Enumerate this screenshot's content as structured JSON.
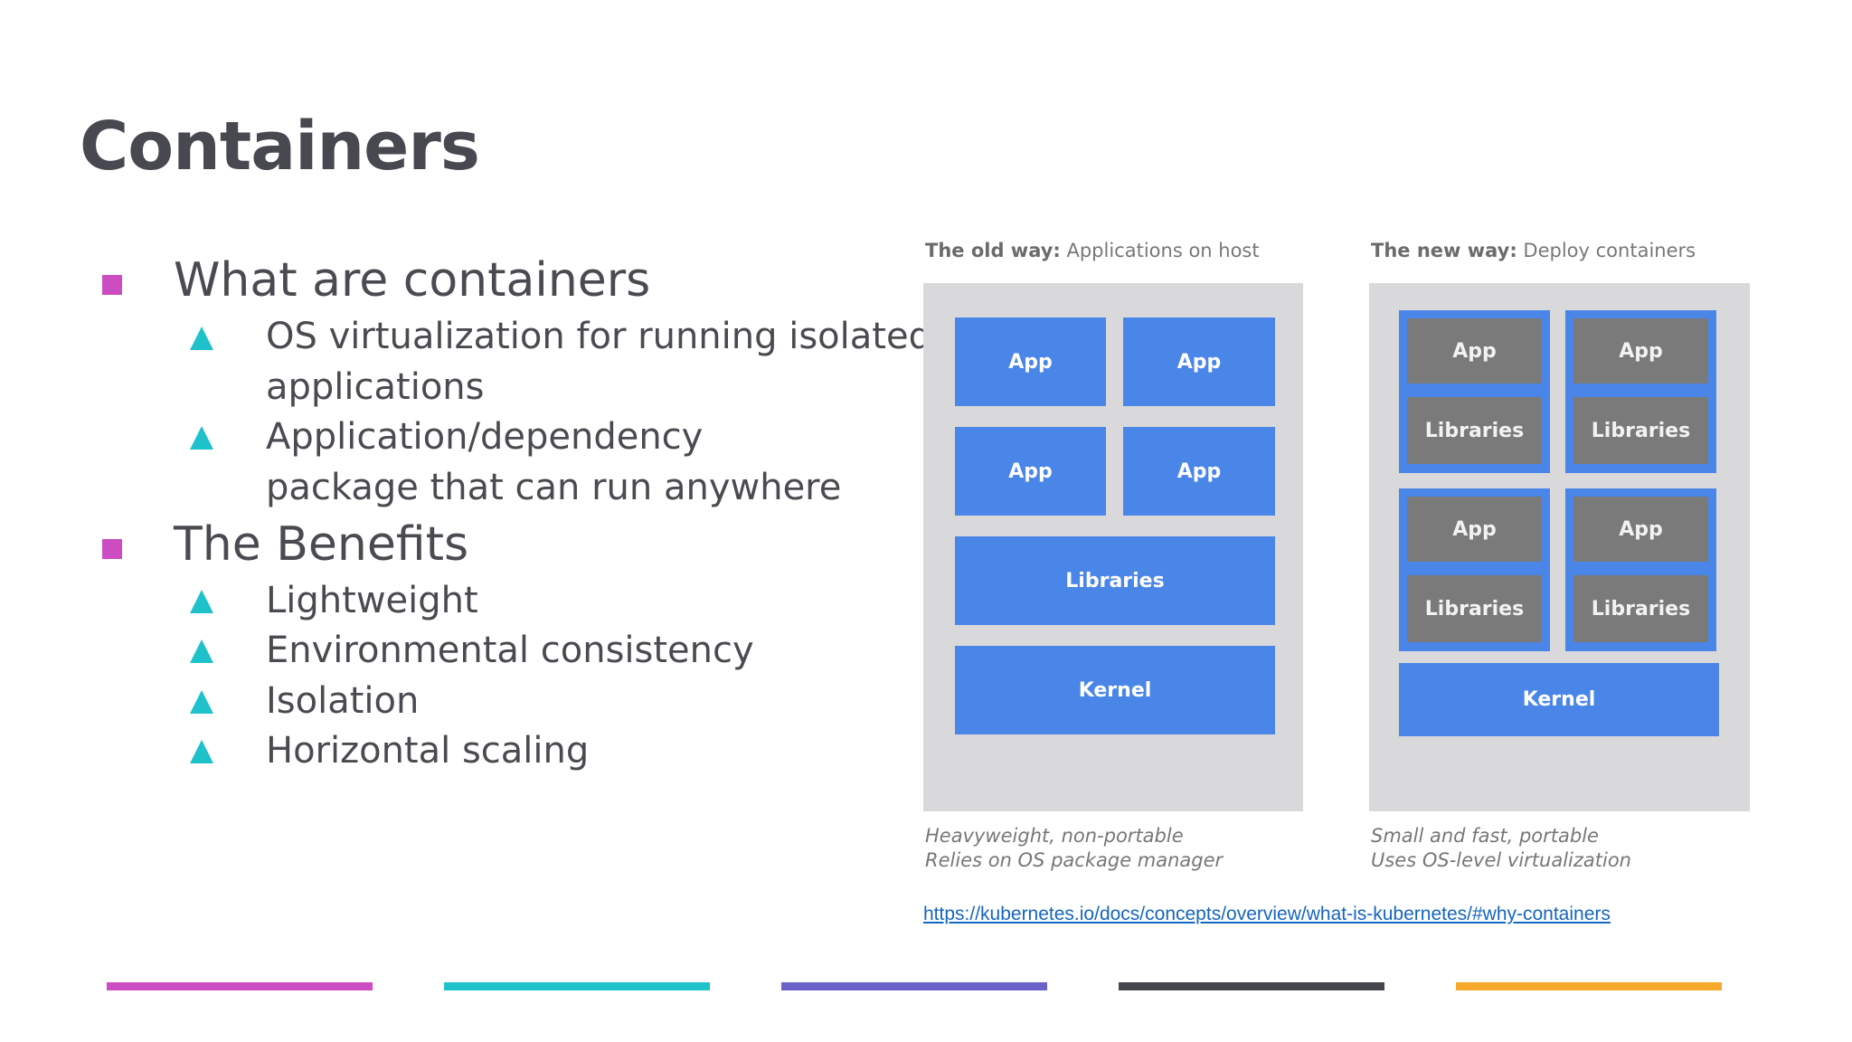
{
  "slide": {
    "title": "Containers"
  },
  "bullets": [
    {
      "text": "What are containers",
      "children": [
        "OS virtualization for running isolated applications",
        "Application/dependency package that can run anywhere"
      ]
    },
    {
      "text": "The Benefits",
      "children": [
        "Lightweight",
        "Environmental consistency",
        "Isolation",
        "Horizontal scaling"
      ]
    }
  ],
  "diagram": {
    "old": {
      "caption_bold": "The old way:",
      "caption_rest": " Applications on host",
      "boxes": [
        "App",
        "App",
        "App",
        "App",
        "Libraries",
        "Kernel"
      ],
      "note_line1": "Heavyweight, non-portable",
      "note_line2": "Relies on OS package manager"
    },
    "new": {
      "caption_bold": "The new way:",
      "caption_rest": " Deploy containers",
      "containers": [
        {
          "app": "App",
          "lib": "Libraries"
        },
        {
          "app": "App",
          "lib": "Libraries"
        },
        {
          "app": "App",
          "lib": "Libraries"
        },
        {
          "app": "App",
          "lib": "Libraries"
        }
      ],
      "kernel": "Kernel",
      "note_line1": "Small and fast, portable",
      "note_line2": "Uses OS-level virtualization"
    }
  },
  "link": {
    "text": "https://kubernetes.io/docs/concepts/overview/what-is-kubernetes/#why-containers"
  },
  "colors": {
    "bullet_l1": "#cc4cc1",
    "bullet_l2": "#1fc2ca",
    "box_blue": "#4a86e8",
    "box_gray": "#7a7a7a",
    "footer": [
      "#cc4cc1",
      "#1fc2ca",
      "#6b63c9",
      "#45464d",
      "#f5a829"
    ]
  }
}
